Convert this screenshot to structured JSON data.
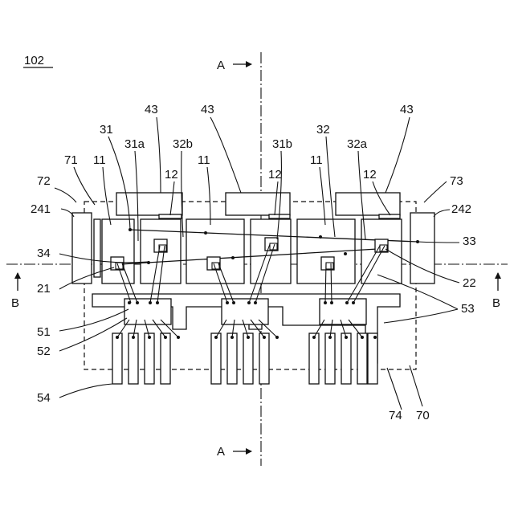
{
  "figure": {
    "fig_label": "102",
    "section_a_top": "A",
    "section_a_bottom": "A",
    "section_b_left": "B",
    "section_b_right": "B"
  },
  "labels": {
    "l43_left": "43",
    "l43_mid": "43",
    "l43_right": "43",
    "l31": "31",
    "l31a": "31a",
    "l32b": "32b",
    "l31b": "31b",
    "l32": "32",
    "l32a": "32a",
    "l71": "71",
    "l11_a": "11",
    "l11_b": "11",
    "l11_c": "11",
    "l12_a": "12",
    "l12_b": "12",
    "l12_c": "12",
    "l72": "72",
    "l73": "73",
    "l241": "241",
    "l242": "242",
    "l34": "34",
    "l33": "33",
    "l21": "21",
    "l22": "22",
    "l53": "53",
    "l51": "51",
    "l52": "52",
    "l54": "54",
    "l74": "74",
    "l70": "70"
  }
}
